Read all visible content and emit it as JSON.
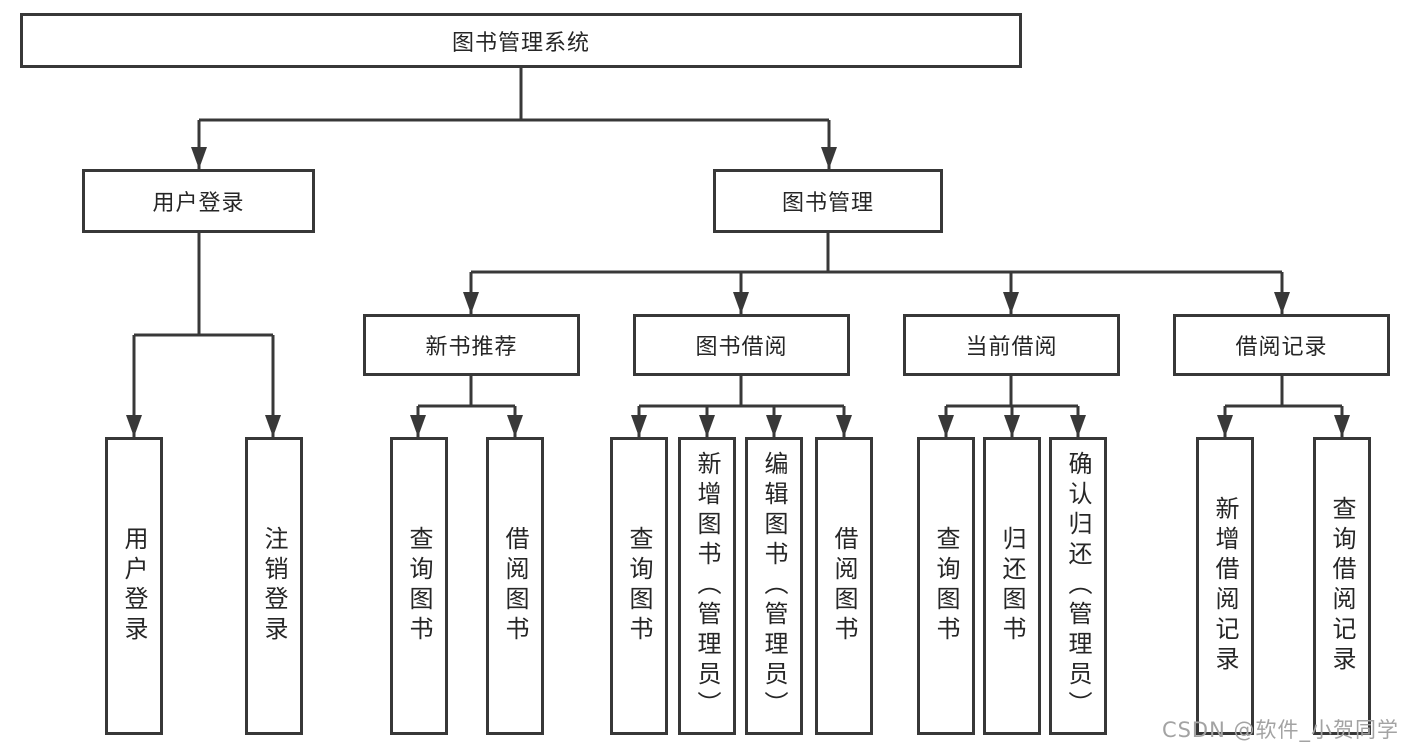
{
  "tree": {
    "label": "图书管理系统",
    "children": [
      {
        "label": "用户登录",
        "children": [
          {
            "label": "用户登录"
          },
          {
            "label": "注销登录"
          }
        ]
      },
      {
        "label": "图书管理",
        "children": [
          {
            "label": "新书推荐",
            "children": [
              {
                "label": "查询图书"
              },
              {
                "label": "借阅图书"
              }
            ]
          },
          {
            "label": "图书借阅",
            "children": [
              {
                "label": "查询图书"
              },
              {
                "label": "新增图书（管理员）"
              },
              {
                "label": "编辑图书（管理员）"
              },
              {
                "label": "借阅图书"
              }
            ]
          },
          {
            "label": "当前借阅",
            "children": [
              {
                "label": "查询图书"
              },
              {
                "label": "归还图书"
              },
              {
                "label": "确认归还（管理员）"
              }
            ]
          },
          {
            "label": "借阅记录",
            "children": [
              {
                "label": "新增借阅记录"
              },
              {
                "label": "查询借阅记录"
              }
            ]
          }
        ]
      }
    ]
  },
  "watermark": {
    "text": "CSDN @软件_小贺同学"
  },
  "colors": {
    "line": "#383838",
    "box_border": "#383838",
    "box_fill": "#ffffff",
    "text": "#262626",
    "watermark": "#a3a3a3"
  }
}
